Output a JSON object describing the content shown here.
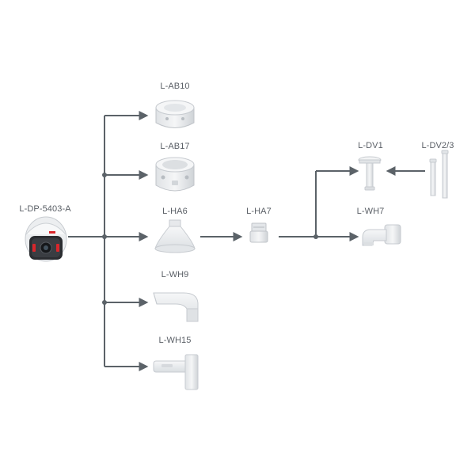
{
  "colors": {
    "connector": "#5b6268",
    "label": "#5a5f66",
    "accessory_body": "#eef0f2",
    "accessory_shadow": "#c9cdd2",
    "camera_red": "#d9262b"
  },
  "nodes": {
    "camera": {
      "label": "L-DP-5403-A",
      "icon": "dome-camera-icon"
    },
    "ab10": {
      "label": "L-AB10",
      "icon": "junction-box-icon"
    },
    "ab17": {
      "label": "L-AB17",
      "icon": "junction-box-tall-icon"
    },
    "ha6": {
      "label": "L-HA6",
      "icon": "pendant-adapter-icon"
    },
    "wh9": {
      "label": "L-WH9",
      "icon": "wall-bracket-icon"
    },
    "wh15": {
      "label": "L-WH15",
      "icon": "wall-bracket-long-icon"
    },
    "ha7": {
      "label": "L-HA7",
      "icon": "adapter-icon"
    },
    "dv1": {
      "label": "L-DV1",
      "icon": "ceiling-mount-icon"
    },
    "dv23": {
      "label": "L-DV2/3",
      "icon": "extension-pole-icon"
    },
    "wh7": {
      "label": "L-WH7",
      "icon": "wall-bracket-small-icon"
    }
  }
}
